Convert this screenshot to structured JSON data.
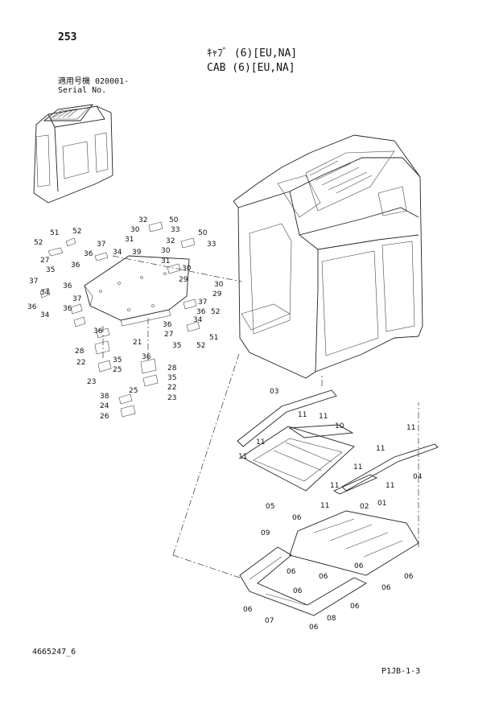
{
  "header": {
    "page_number": "253",
    "title_jp": "ｷｬﾌﾞ (6)[EU,NA]",
    "title_en": "CAB (6)[EU,NA]",
    "serial_label_jp": "適用号機  020001-",
    "serial_label_en": "Serial No."
  },
  "footer": {
    "document_number": "4665247_6",
    "sheet_reference": "P1JB-1-3"
  },
  "callouts": [
    {
      "id": "c-51a",
      "text": "51"
    },
    {
      "id": "c-52a",
      "text": "52"
    },
    {
      "id": "c-52b",
      "text": "52"
    },
    {
      "id": "c-27a",
      "text": "27"
    },
    {
      "id": "c-36a",
      "text": "36"
    },
    {
      "id": "c-35a",
      "text": "35"
    },
    {
      "id": "c-37a",
      "text": "37"
    },
    {
      "id": "c-36b",
      "text": "36"
    },
    {
      "id": "c-34a",
      "text": "34"
    },
    {
      "id": "c-39",
      "text": "39"
    },
    {
      "id": "c-32a",
      "text": "32"
    },
    {
      "id": "c-50a",
      "text": "50"
    },
    {
      "id": "c-30a",
      "text": "30"
    },
    {
      "id": "c-33a",
      "text": "33"
    },
    {
      "id": "c-31a",
      "text": "31"
    },
    {
      "id": "c-50b",
      "text": "50"
    },
    {
      "id": "c-32b",
      "text": "32"
    },
    {
      "id": "c-33b",
      "text": "33"
    },
    {
      "id": "c-30b",
      "text": "30"
    },
    {
      "id": "c-31b",
      "text": "31"
    },
    {
      "id": "c-30c",
      "text": "30"
    },
    {
      "id": "c-29a",
      "text": "29"
    },
    {
      "id": "c-37b",
      "text": "37"
    },
    {
      "id": "c-36c",
      "text": "36"
    },
    {
      "id": "c-34b",
      "text": "34"
    },
    {
      "id": "c-36d",
      "text": "36"
    },
    {
      "id": "c-37c",
      "text": "37"
    },
    {
      "id": "c-36e",
      "text": "36"
    },
    {
      "id": "c-34c",
      "text": "34"
    },
    {
      "id": "c-30d",
      "text": "30"
    },
    {
      "id": "c-29b",
      "text": "29"
    },
    {
      "id": "c-37d",
      "text": "37"
    },
    {
      "id": "c-36f",
      "text": "36"
    },
    {
      "id": "c-34d",
      "text": "34"
    },
    {
      "id": "c-52c",
      "text": "52"
    },
    {
      "id": "c-36g",
      "text": "36"
    },
    {
      "id": "c-27b",
      "text": "27"
    },
    {
      "id": "c-51b",
      "text": "51"
    },
    {
      "id": "c-35b",
      "text": "35"
    },
    {
      "id": "c-52d",
      "text": "52"
    },
    {
      "id": "c-21",
      "text": "21"
    },
    {
      "id": "c-36h",
      "text": "36"
    },
    {
      "id": "c-28a",
      "text": "28"
    },
    {
      "id": "c-35c",
      "text": "35"
    },
    {
      "id": "c-22a",
      "text": "22"
    },
    {
      "id": "c-25a",
      "text": "25"
    },
    {
      "id": "c-23a",
      "text": "23"
    },
    {
      "id": "c-36i",
      "text": "36"
    },
    {
      "id": "c-28b",
      "text": "28"
    },
    {
      "id": "c-35d",
      "text": "35"
    },
    {
      "id": "c-22b",
      "text": "22"
    },
    {
      "id": "c-25b",
      "text": "25"
    },
    {
      "id": "c-23b",
      "text": "23"
    },
    {
      "id": "c-38",
      "text": "38"
    },
    {
      "id": "c-24",
      "text": "24"
    },
    {
      "id": "c-26",
      "text": "26"
    },
    {
      "id": "c-03",
      "text": "03"
    },
    {
      "id": "c-11a",
      "text": "11"
    },
    {
      "id": "c-11b",
      "text": "11"
    },
    {
      "id": "c-10",
      "text": "10"
    },
    {
      "id": "c-11c",
      "text": "11"
    },
    {
      "id": "c-11d",
      "text": "11"
    },
    {
      "id": "c-11e",
      "text": "11"
    },
    {
      "id": "c-11f",
      "text": "11"
    },
    {
      "id": "c-11g",
      "text": "11"
    },
    {
      "id": "c-11h",
      "text": "11"
    },
    {
      "id": "c-11i",
      "text": "11"
    },
    {
      "id": "c-04",
      "text": "04"
    },
    {
      "id": "c-05",
      "text": "05"
    },
    {
      "id": "c-11j",
      "text": "11"
    },
    {
      "id": "c-02",
      "text": "02"
    },
    {
      "id": "c-01",
      "text": "01"
    },
    {
      "id": "c-06a",
      "text": "06"
    },
    {
      "id": "c-09",
      "text": "09"
    },
    {
      "id": "c-06b",
      "text": "06"
    },
    {
      "id": "c-06c",
      "text": "06"
    },
    {
      "id": "c-06d",
      "text": "06"
    },
    {
      "id": "c-06e",
      "text": "06"
    },
    {
      "id": "c-06f",
      "text": "06"
    },
    {
      "id": "c-06g",
      "text": "06"
    },
    {
      "id": "c-06h",
      "text": "06"
    },
    {
      "id": "c-06i",
      "text": "06"
    },
    {
      "id": "c-07",
      "text": "07"
    },
    {
      "id": "c-06j",
      "text": "06"
    },
    {
      "id": "c-08",
      "text": "08"
    }
  ]
}
